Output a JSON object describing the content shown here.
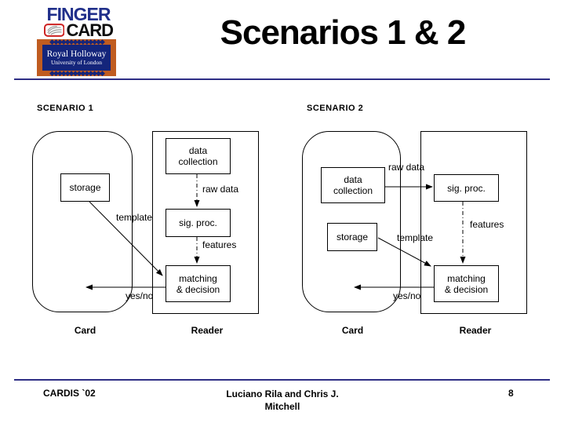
{
  "slide": {
    "title": "Scenarios 1 & 2",
    "page_number": "8"
  },
  "logos": {
    "fingercard": {
      "finger": "FINGER",
      "card": "CARD"
    },
    "royal_holloway": {
      "line1": "Royal Holloway",
      "line2": "University of London",
      "diamond_row": "◆◆◆◆◆◆◆◆◆◆◆◆◆◆"
    }
  },
  "colors": {
    "rule_navy": "#2e2e85",
    "logo_navy": "#202f8a",
    "rh_navy": "#14257b",
    "rh_orange": "#c05c20",
    "card_icon_red": "#cc2020",
    "diagram_stroke": "#000000"
  },
  "scenarios": [
    {
      "heading": "SCENARIO 1",
      "card_label": "Card",
      "reader_label": "Reader",
      "boxes": {
        "data_collection_line1": "data",
        "data_collection_line2": "collection",
        "sig_proc": "sig. proc.",
        "storage": "storage",
        "matching_line1": "matching",
        "matching_line2": "& decision"
      },
      "edge_labels": {
        "raw_data": "raw data",
        "template": "template",
        "features": "features",
        "yes_no": "yes/no"
      }
    },
    {
      "heading": "SCENARIO 2",
      "card_label": "Card",
      "reader_label": "Reader",
      "boxes": {
        "data_collection_line1": "data",
        "data_collection_line2": "collection",
        "sig_proc": "sig. proc.",
        "storage": "storage",
        "matching_line1": "matching",
        "matching_line2": "& decision"
      },
      "edge_labels": {
        "raw_data": "raw data",
        "template": "template",
        "features": "features",
        "yes_no": "yes/no"
      }
    }
  ],
  "footer": {
    "left": "CARDIS `02",
    "center_line1": "Luciano Rila and Chris J.",
    "center_line2": "Mitchell"
  }
}
